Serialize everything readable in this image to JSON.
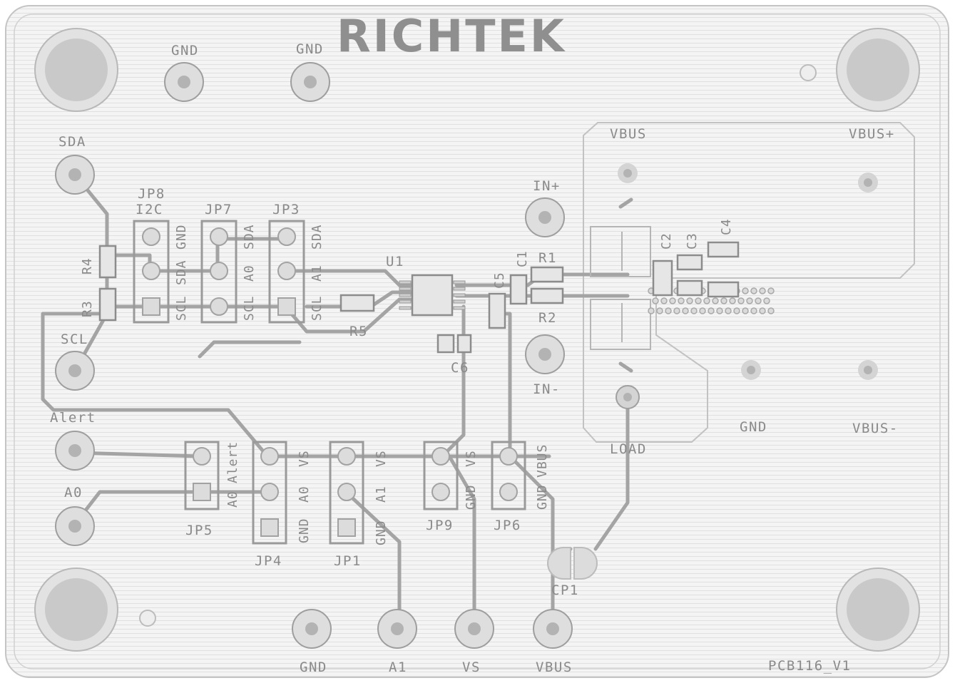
{
  "brand": {
    "logo_text": "RICHTEK",
    "board_id": "PCB116_V1"
  },
  "colors": {
    "board": "#f3f3f3",
    "hatch": "#dedede",
    "outline": "#bdbdbd",
    "trace": "#9c9c9c",
    "pad": "#c9c9c9",
    "silk": "#8a8a8a"
  },
  "test_points": {
    "gnd_top_1": "GND",
    "gnd_top_2": "GND",
    "sda": "SDA",
    "scl": "SCL",
    "alert": "Alert",
    "a0": "A0",
    "in_plus": "IN+",
    "in_minus": "IN-",
    "vbus": "VBUS",
    "vbus_plus": "VBUS+",
    "gnd_right": "GND",
    "vbus_minus": "VBUS-",
    "load": "LOAD",
    "gnd_bottom": "GND",
    "a1": "A1",
    "vs": "VS",
    "vbus_bottom": "VBUS"
  },
  "jumpers": {
    "jp8": {
      "ref": "JP8",
      "name": "I2C",
      "pins": [
        "GND",
        "SDA",
        "SCL"
      ]
    },
    "jp7": {
      "ref": "JP7",
      "pins": [
        "SDA",
        "A0",
        "SCL"
      ]
    },
    "jp3": {
      "ref": "JP3",
      "pins": [
        "SDA",
        "A1",
        "SCL"
      ]
    },
    "jp5": {
      "ref": "JP5",
      "pins": [
        "A0",
        "Alert"
      ]
    },
    "jp4": {
      "ref": "JP4",
      "pins": [
        "VS",
        "A0",
        "GND"
      ]
    },
    "jp1": {
      "ref": "JP1",
      "pins": [
        "VS",
        "A1",
        "GND"
      ]
    },
    "jp9": {
      "ref": "JP9",
      "pins": [
        "VS",
        "GND"
      ]
    },
    "jp6": {
      "ref": "JP6",
      "pins": [
        "VBUS",
        "GND"
      ]
    }
  },
  "components": {
    "u1": "U1",
    "r1": "R1",
    "r2": "R2",
    "r3": "R3",
    "r4": "R4",
    "r5": "R5",
    "c1": "C1",
    "c2": "C2",
    "c3": "C3",
    "c4": "C4",
    "c5": "C5",
    "c6": "C6",
    "cp1": "CP1"
  }
}
